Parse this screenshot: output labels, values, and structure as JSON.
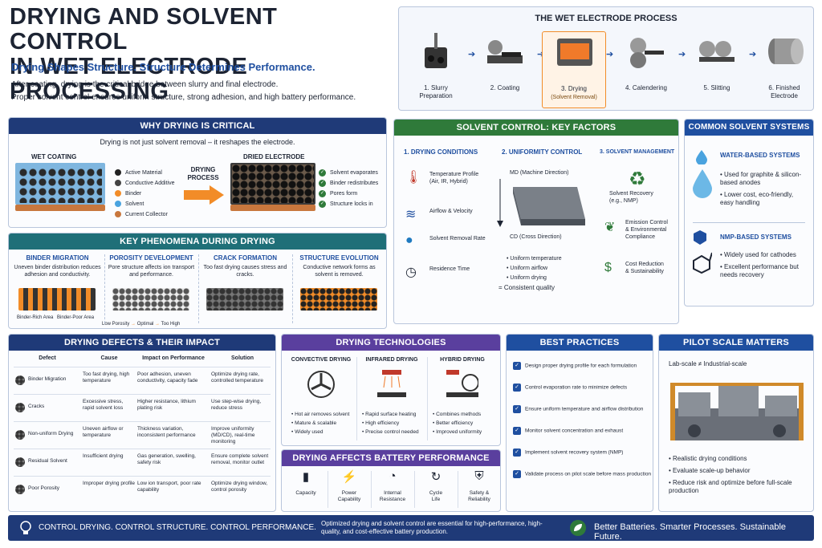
{
  "title": {
    "line1": "DRYING AND SOLVENT CONTROL",
    "line2": "IN WET ELECTRODE PROCESSING",
    "subtitle": "Drying Shapes Structure. Structure Determines Performance.",
    "desc1": "After coating, drying is the critical bridge between slurry and final electrode.",
    "desc2": "Proper solvent control ensures uniform structure, strong adhesion, and high battery performance."
  },
  "process": {
    "title": "THE WET ELECTRODE PROCESS",
    "steps": [
      {
        "label": "1. Slurry\nPreparation",
        "icon": "mixer-icon"
      },
      {
        "label": "2. Coating",
        "icon": "coater-icon"
      },
      {
        "label": "3. Drying",
        "sub": "(Solvent Removal)",
        "icon": "oven-icon"
      },
      {
        "label": "4. Calendering",
        "icon": "rollers-icon"
      },
      {
        "label": "5. Slitting",
        "icon": "slitter-icon"
      },
      {
        "label": "6. Finished\nElectrode",
        "icon": "roll-icon"
      }
    ]
  },
  "why": {
    "title": "WHY DRYING IS CRITICAL",
    "intro": "Drying is not just solvent removal – it reshapes the electrode.",
    "wet": "WET COATING",
    "dried": "DRIED ELECTRODE",
    "process": "DRYING\nPROCESS",
    "legend": [
      {
        "label": "Active Material",
        "color": "#222222"
      },
      {
        "label": "Conductive Additive",
        "color": "#444444"
      },
      {
        "label": "Binder",
        "color": "#f28c28"
      },
      {
        "label": "Solvent",
        "color": "#4aa3df"
      },
      {
        "label": "Current Collector",
        "color": "#c8773d"
      }
    ],
    "results": [
      "Solvent evaporates",
      "Binder redistributes",
      "Pores form",
      "Structure locks in"
    ]
  },
  "phen": {
    "title": "KEY PHENOMENA DURING DRYING",
    "items": [
      {
        "h": "BINDER MIGRATION",
        "d": "Uneven binder distribution reduces adhesion and conductivity.",
        "a": "Binder-Rich Area",
        "b": "Binder-Poor Area"
      },
      {
        "h": "POROSITY DEVELOPMENT",
        "d": "Pore structure affects ion transport and performance.",
        "a": "Low Porosity",
        "m": "Optimal",
        "b": "Too High"
      },
      {
        "h": "CRACK FORMATION",
        "d": "Too fast drying causes stress and cracks."
      },
      {
        "h": "STRUCTURE EVOLUTION",
        "d": "Conductive network forms as solvent is removed."
      }
    ]
  },
  "factors": {
    "title": "SOLVENT CONTROL: KEY FACTORS",
    "c1": {
      "h": "1.  DRYING CONDITIONS",
      "items": [
        {
          "t": "Temperature Profile\n(Air, IR, Hybrid)",
          "icon": "thermometer-icon"
        },
        {
          "t": "Airflow & Velocity",
          "icon": "wind-icon"
        },
        {
          "t": "Solvent Removal Rate",
          "icon": "drop-icon"
        },
        {
          "t": "Residence Time",
          "icon": "clock-icon"
        }
      ]
    },
    "c2": {
      "h": "2.  UNIFORMITY CONTROL",
      "md": "MD (Machine Direction)",
      "cd": "CD (Cross Direction)",
      "list": [
        "Uniform temperature",
        "Uniform airflow",
        "Uniform drying"
      ],
      "result": "= Consistent quality"
    },
    "c3": {
      "h": "3.  SOLVENT MANAGEMENT",
      "items": [
        {
          "t": "Solvent Recovery\n(e.g., NMP)",
          "icon": "recycle-icon"
        },
        {
          "t": "Emission Control\n& Environmental\nCompliance",
          "icon": "leaf-icon"
        },
        {
          "t": "Cost Reduction\n& Sustainability",
          "icon": "dollar-icon"
        }
      ]
    }
  },
  "solvents": {
    "title": "COMMON SOLVENT SYSTEMS",
    "water": {
      "h": "WATER-BASED SYSTEMS",
      "items": [
        "Used for graphite & silicon-based anodes",
        "Lower cost, eco-friendly, easy handling"
      ]
    },
    "nmp": {
      "h": "NMP-BASED SYSTEMS",
      "items": [
        "Widely used for cathodes",
        "Excellent performance but needs recovery"
      ]
    }
  },
  "defects": {
    "title": "DRYING DEFECTS & THEIR IMPACT",
    "cols": [
      "Defect",
      "Cause",
      "Impact on Performance",
      "Solution"
    ],
    "rows": [
      {
        "d": "Binder Migration",
        "c": "Too fast drying, high temperature",
        "i": "Poor adhesion, uneven conductivity, capacity fade",
        "s": "Optimize drying rate, controlled temperature"
      },
      {
        "d": "Cracks",
        "c": "Excessive stress, rapid solvent loss",
        "i": "Higher resistance, lithium plating risk",
        "s": "Use step-wise drying, reduce stress"
      },
      {
        "d": "Non-uniform Drying",
        "c": "Uneven airflow or temperature",
        "i": "Thickness variation, inconsistent performance",
        "s": "Improve uniformity (MD/CD), real-time monitoring"
      },
      {
        "d": "Residual Solvent",
        "c": "Insufficient drying",
        "i": "Gas generation, swelling, safety risk",
        "s": "Ensure complete solvent removal, monitor outlet"
      },
      {
        "d": "Poor Porosity",
        "c": "Improper drying profile",
        "i": "Low ion transport, poor rate capability",
        "s": "Optimize drying window, control porosity"
      }
    ]
  },
  "tech": {
    "title": "DRYING TECHNOLOGIES",
    "items": [
      {
        "h": "CONVECTIVE DRYING",
        "l": [
          "Hot air removes solvent",
          "Mature & scalable",
          "Widely used"
        ]
      },
      {
        "h": "INFRARED DRYING",
        "l": [
          "Rapid surface heating",
          "High efficiency",
          "Precise control needed"
        ]
      },
      {
        "h": "HYBRID DRYING",
        "l": [
          "Combines methods",
          "Better efficiency",
          "Improved uniformity"
        ]
      }
    ]
  },
  "perf": {
    "title": "DRYING AFFECTS BATTERY PERFORMANCE",
    "items": [
      {
        "t": "Capacity",
        "icon": "battery-icon"
      },
      {
        "t": "Power\nCapability",
        "icon": "bolt-icon"
      },
      {
        "t": "Internal\nResistance",
        "icon": "gauge-icon"
      },
      {
        "t": "Cycle\nLife",
        "icon": "cycle-icon"
      },
      {
        "t": "Safety &\nReliability",
        "icon": "shield-icon"
      }
    ]
  },
  "best": {
    "title": "BEST PRACTICES",
    "items": [
      "Design proper drying profile for each formulation",
      "Control evaporation rate to minimize defects",
      "Ensure uniform temperature and airflow distribution",
      "Monitor solvent concentration and exhaust",
      "Implement solvent recovery system (NMP)",
      "Validate process on pilot scale before mass production"
    ]
  },
  "pilot": {
    "title": "PILOT SCALE MATTERS",
    "lab": "Lab-scale ≠ Industrial-scale",
    "items": [
      "Realistic drying conditions",
      "Evaluate scale-up behavior",
      "Reduce risk and optimize before full-scale production"
    ]
  },
  "footer": {
    "left": "CONTROL DRYING. CONTROL STRUCTURE. CONTROL PERFORMANCE.",
    "mid": "Optimized drying and solvent control are essential for high-performance, high-quality, and cost-effective battery production.",
    "right": "Better Batteries. Smarter Processes. Sustainable Future."
  }
}
